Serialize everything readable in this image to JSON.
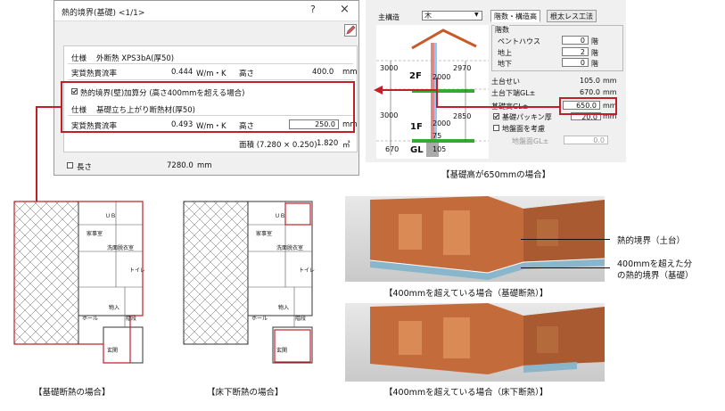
{
  "dialog": {
    "title": "熱的境界(基礎) <1/1>",
    "help": "?",
    "close": "×",
    "spec1_label": "仕様",
    "spec1_value": "外断熱 XPS3bA(厚50)",
    "flow1_label": "実質熱貫流率",
    "flow1_value": "0.444",
    "flow1_unit": "W/m・K",
    "height1_label": "高さ",
    "height1_value": "400.0",
    "height1_unit": "mm",
    "addon_label": "熱的境界(壁)加算分 (高さ400mmを超える場合)",
    "spec2_label": "仕様",
    "spec2_value": "基礎立ち上がり断熱材(厚50)",
    "flow2_label": "実質熱貫流率",
    "flow2_value": "0.493",
    "flow2_unit": "W/m・K",
    "height2_label": "高さ",
    "height2_value": "250.0",
    "height2_unit": "mm",
    "area_label": "面積 (7.280 × 0.250)",
    "area_value": "1.820",
    "area_unit": "㎡",
    "length_label": "長さ",
    "length_value": "7280.0",
    "length_unit": "mm"
  },
  "panel": {
    "struct_label": "主構造",
    "struct_value": "木",
    "tab1": "階数・構造高",
    "tab2": "根太レス工法",
    "floors_group": "階数",
    "penthouse_label": "ペントハウス",
    "penthouse_value": "0",
    "above_label": "地上",
    "above_value": "2",
    "below_label": "地下",
    "below_value": "0",
    "floor_unit": "階",
    "dodai_label": "土台せい",
    "dodai_value": "105.0",
    "dodai_bottom_label": "土台下端GL±",
    "dodai_bottom_value": "670.0",
    "kiso_label": "基礎高GL±",
    "kiso_value": "650.0",
    "packing_label": "基礎パッキン厚",
    "packing_value": "20.0",
    "ground_label": "地盤面を考慮",
    "ground_gl_label": "地盤面GL±",
    "ground_gl_value": "0.0",
    "mm": "mm",
    "section": {
      "d3000a": "3000",
      "d3000b": "3000",
      "d670": "670",
      "f2": "2F",
      "f1": "1F",
      "gl": "GL",
      "d2970": "2970",
      "d2000a": "2000",
      "d2000b": "2000",
      "d2850": "2850",
      "d75": "75",
      "d105": "105"
    }
  },
  "captions": {
    "panel_caption": "【基礎高が650mmの場合】",
    "plan1": "【基礎断熱の場合】",
    "plan2": "【床下断熱の場合】",
    "render1": "【400mmを超えている場合（基礎断熱）】",
    "render2": "【400mmを超えている場合（床下断熱）】",
    "legend1": "熱的境界（土台）",
    "legend2a": "400mmを超えた分",
    "legend2b": "の熱的境界（基礎）"
  },
  "plan_labels": {
    "ub": "ＵＢ",
    "kaji": "家事室",
    "senmen": "洗面脱衣室",
    "toilet": "トイレ",
    "hall": "ホール",
    "nyuka": "物入",
    "kaidan": "階段",
    "genkan": "玄関"
  },
  "colors": {
    "accent": "#c0202a",
    "dialog_bg": "#f0f0f0"
  }
}
